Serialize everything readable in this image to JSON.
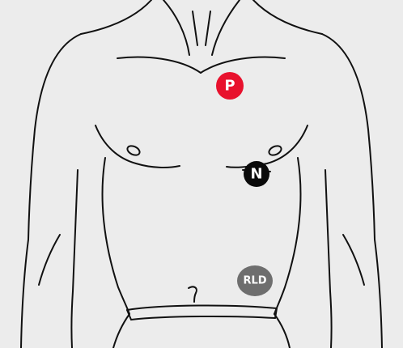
{
  "background_color": "#ececec",
  "outline_color": "#111111",
  "electrodes": [
    {
      "id": "p",
      "label": "P",
      "color": "#e8112d"
    },
    {
      "id": "n",
      "label": "N",
      "color": "#0a0a0a"
    },
    {
      "id": "rld",
      "label": "RLD",
      "color": "#6e6e6e"
    }
  ]
}
